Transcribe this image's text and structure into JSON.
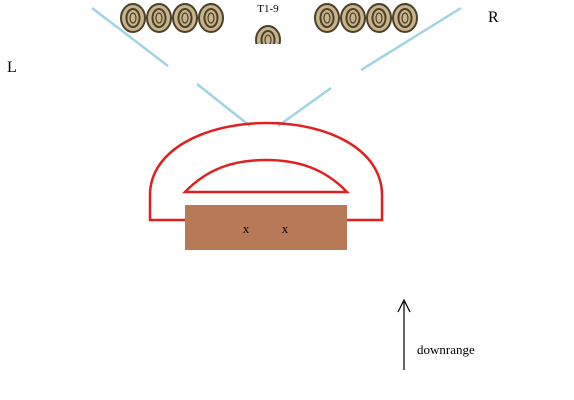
{
  "labels": {
    "left": "L",
    "right": "R",
    "target_group": "T1-9",
    "position_mark_1": "x",
    "position_mark_2": "x",
    "direction": "downrange"
  },
  "targets": {
    "count_left": 4,
    "count_right": 4,
    "count_center": 1,
    "icon": "steel-plate-target-icon"
  },
  "colors": {
    "target_fill": "#c8b48a",
    "target_stroke": "#4a3f2a",
    "fan_lines": "#9fd4e6",
    "barricade": "#e02020",
    "shooting_table": "#b87a56",
    "arrow": "#000000"
  },
  "icons": {
    "direction_arrow": "arrow-up-icon"
  }
}
